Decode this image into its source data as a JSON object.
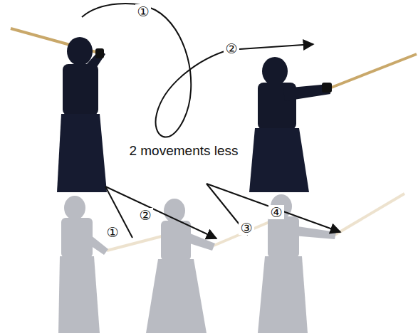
{
  "diagram": {
    "labels": [
      "①",
      "②",
      "2 movements less",
      "①",
      "②",
      "③",
      "④"
    ]
  }
}
